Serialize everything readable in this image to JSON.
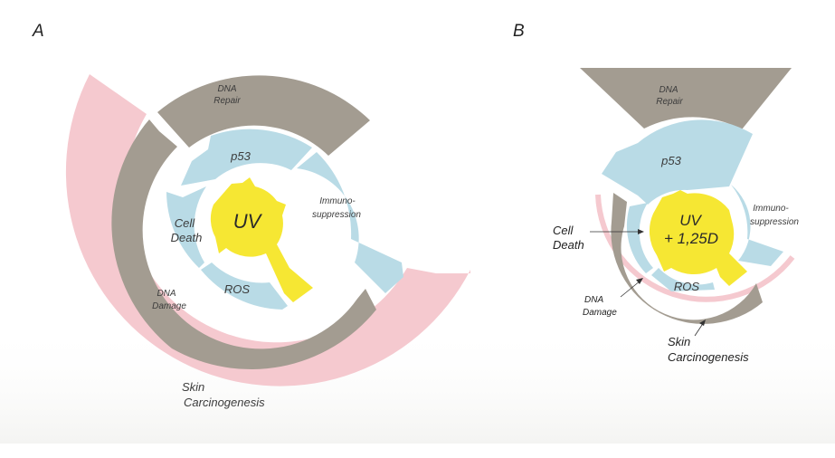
{
  "panels": {
    "a": {
      "letter": "A",
      "center": "UV",
      "inner": {
        "p53": "p53",
        "cell_death_1": "Cell",
        "cell_death_2": "Death",
        "ros": "ROS",
        "immuno_1": "Immuno-",
        "immuno_2": "suppression"
      },
      "ring": {
        "dna_repair_1": "DNA",
        "dna_repair_2": "Repair",
        "dna_damage_1": "DNA",
        "dna_damage_2": "Damage"
      },
      "outer": {
        "skin_1": "Skin",
        "skin_2": "Carcinogenesis"
      }
    },
    "b": {
      "letter": "B",
      "center_1": "UV",
      "center_2": "+ 1,25D",
      "inner": {
        "p53": "p53",
        "ros": "ROS",
        "immuno_1": "Immuno-",
        "immuno_2": "suppression"
      },
      "ring": {
        "dna_repair_1": "DNA",
        "dna_repair_2": "Repair"
      },
      "callouts": {
        "cell_death_1": "Cell",
        "cell_death_2": "Death",
        "dna_damage_1": "DNA",
        "dna_damage_2": "Damage",
        "skin_1": "Skin",
        "skin_2": "Carcinogenesis"
      }
    }
  },
  "colors": {
    "pink": "#f5c9cf",
    "brown": "#a39c91",
    "blue": "#b9dbe6",
    "yellow": "#f6e733",
    "ground": "#fbfbfa"
  }
}
